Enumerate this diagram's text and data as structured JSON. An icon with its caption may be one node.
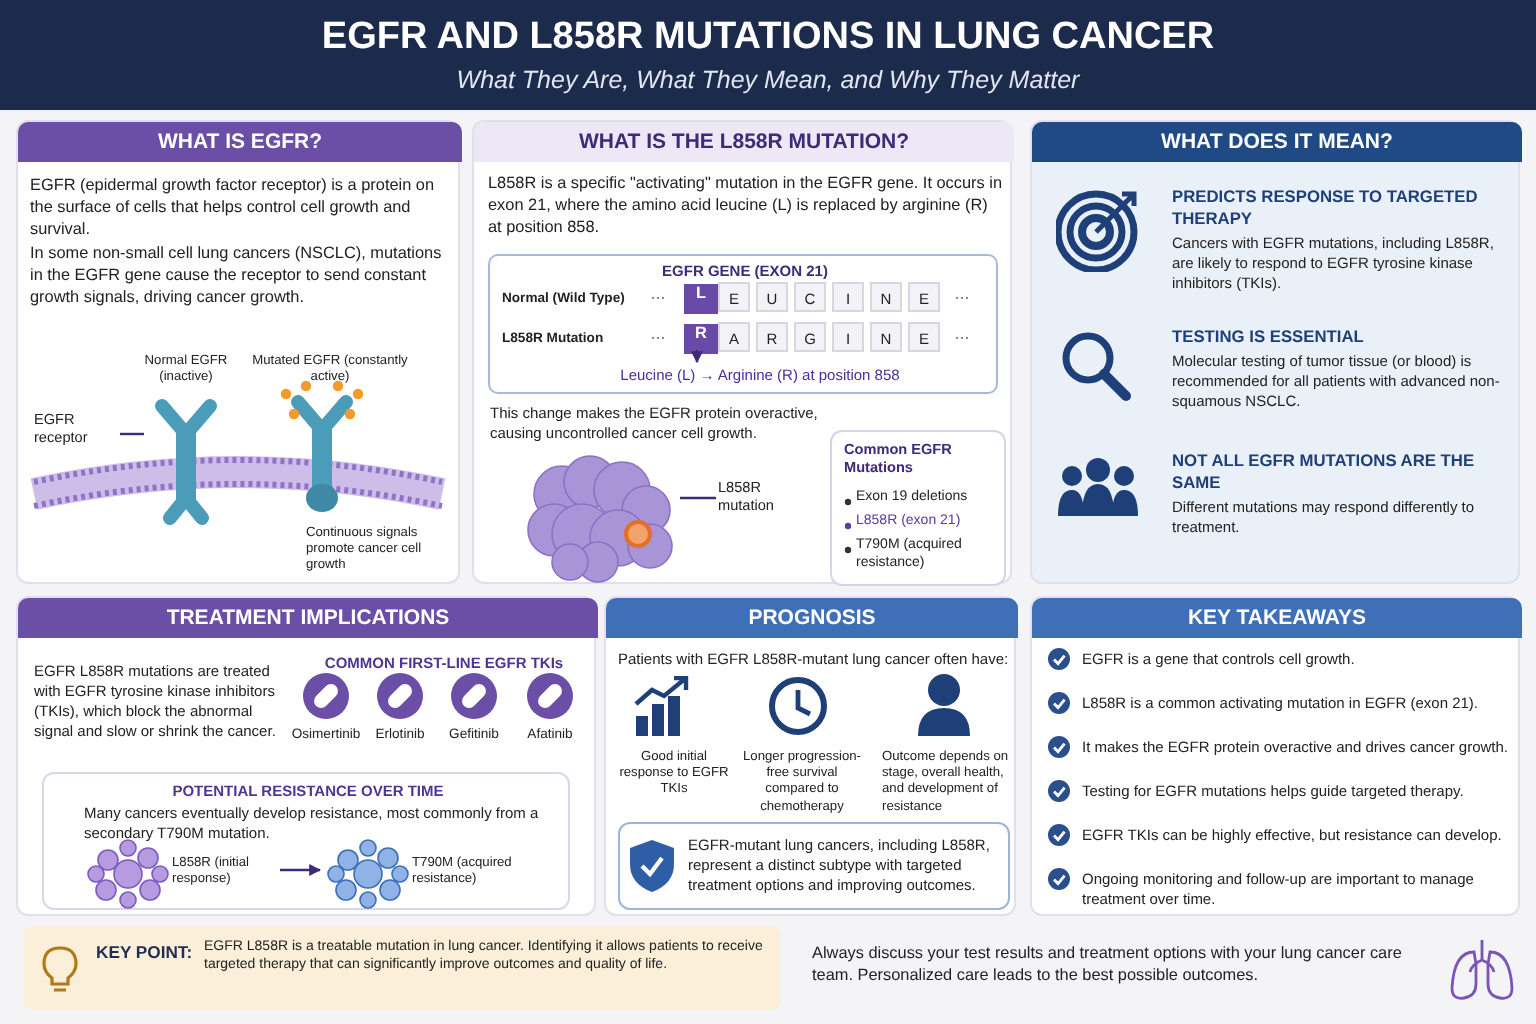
{
  "diagram": {
    "title": "EGFR AND L858R MUTATIONS IN LUNG CANCER",
    "nodes": [
      {
        "text": [
          "WHAT IS EGFR?",
          "EGFR (epidermal growth factor receptor) is a protein on the surface of cells that helps control cell growth and survival.",
          "In some non-small cell lung cancers (NSCLC), mutations in the EGFR gene cause the receptor to send constant growth signals, driving cancer growth."
        ]
      },
      {
        "text": [
          "EGFR receptor"
        ],
        "in": 0
      },
      {
        "text": [],
        "shape": "picture",
        "in": 0,
        "beside": [
          "Normal EGFR (inactive)"
        ]
      },
      {
        "text": [],
        "shape": "picture",
        "in": 0,
        "beside": [
          "Mutated EGFR (constantly active)",
          "Continuous signals promote cancer cell growth"
        ]
      },
      {
        "text": [
          "WHAT IS THE L858R MUTATION?",
          "L858R is a specific \"activating\" mutation in the EGFR gene. It occurs in exon 21, where the amino acid leucine (L) is replaced by arginine (R) at position 858.",
          "This change makes the EGFR protein overactive, causing uncontrolled cancer cell growth."
        ]
      },
      {
        "text": [
          "EGFR GENE (EXON 21)",
          "Normal (Wild Type)",
          "L858R Mutation"
        ],
        "in": 4
      },
      {
        "text": [
          "L"
        ],
        "in": 5
      },
      {
        "text": [
          "R"
        ],
        "in": 5
      },
      {
        "text": [
          "Leucine (L) → Arginine (R) at position 858"
        ],
        "in": 5
      },
      {
        "text": [],
        "shape": "picture",
        "in": 4
      },
      {
        "text": [
          "L858R mutation"
        ],
        "in": 4
      },
      {
        "text": [
          "Common EGFR Mutations",
          "Exon 19 deletions",
          "L858R (exon 21)",
          "T790M (acquired resistance)"
        ],
        "in": 4
      },
      {
        "text": [
          "WHAT DOES IT MEAN?",
          "PREDICTS RESPONSE TO TARGETED THERAPY",
          "Cancers with EGFR mutations, including L858R, are likely to respond to EGFR tyrosine kinase inhibitors (TKIs).",
          "TESTING IS ESSENTIAL",
          "Molecular testing of tumor tissue (or blood) is recommended for all patients with advanced non-squamous NSCLC.",
          "NOT ALL EGFR MUTATIONS ARE THE SAME",
          "Different mutations may respond differently to treatment."
        ]
      },
      {
        "text": [
          "TREATMENT IMPLICATIONS",
          "EGFR L858R mutations are treated with EGFR tyrosine kinase inhibitors (TKIs), which block the abnormal signal and slow or shrink the cancer.",
          "COMMON FIRST-LINE EGFR TKIs"
        ]
      },
      {
        "text": [
          "POTENTIAL RESISTANCE OVER TIME",
          "Many cancers eventually develop resistance, most commonly from a secondary T790M mutation."
        ],
        "in": 13
      },
      {
        "text": [
          "L858R (initial response)"
        ],
        "in": 14
      },
      {
        "text": [
          "T790M (acquired resistance)"
        ],
        "in": 14
      },
      {
        "text": [
          "PROGNOSIS",
          "Patients with EGFR L858R-mutant lung cancer often have:",
          "Good initial response to EGFR TKIs",
          "Longer progression-free survival compared to chemotherapy",
          "Outcome depends on stage, overall health, and development of resistance"
        ]
      },
      {
        "text": [
          "EGFR-mutant lung cancers, including L858R, represent a distinct subtype with targeted treatment options and improving outcomes."
        ],
        "in": 17
      },
      {
        "text": [
          "KEY TAKEAWAYS",
          "EGFR is a gene that controls cell growth.",
          "L858R is a common activating mutation in EGFR (exon 21).",
          "It makes the EGFR protein overactive and drives cancer growth.",
          "Testing for EGFR mutations helps guide targeted therapy.",
          "EGFR TKIs can be highly effective, but resistance can develop.",
          "Ongoing monitoring and follow-up are important to manage treatment over time."
        ]
      },
      {
        "text": [
          "KEY POINT:",
          "EGFR L858R is a treatable mutation in lung cancer. Identifying it allows patients to receive targeted therapy that can significantly improve outcomes and quality of life."
        ]
      }
    ],
    "edges": [
      {
        "from": 1,
        "to": 2,
        "arrow": "none"
      },
      {
        "from": 7,
        "to": 8,
        "arrow": "to"
      },
      {
        "from": 10,
        "to": 9,
        "arrow": "none"
      },
      {
        "from": 15,
        "to": 16,
        "arrow": "to"
      }
    ],
    "labels": [
      "What They Are, What They Mean, and Why They Matter",
      "···",
      "E",
      "U",
      "C",
      "I",
      "N",
      "E",
      "···",
      "···",
      "A",
      "R",
      "G",
      "I",
      "N",
      "E",
      "···",
      "Osimertinib",
      "Erlotinib",
      "Gefitinib",
      "Afatinib",
      "Always discuss your test results and treatment options with your lung cancer care team. Personalized care leads to the best possible outcomes."
    ]
  }
}
